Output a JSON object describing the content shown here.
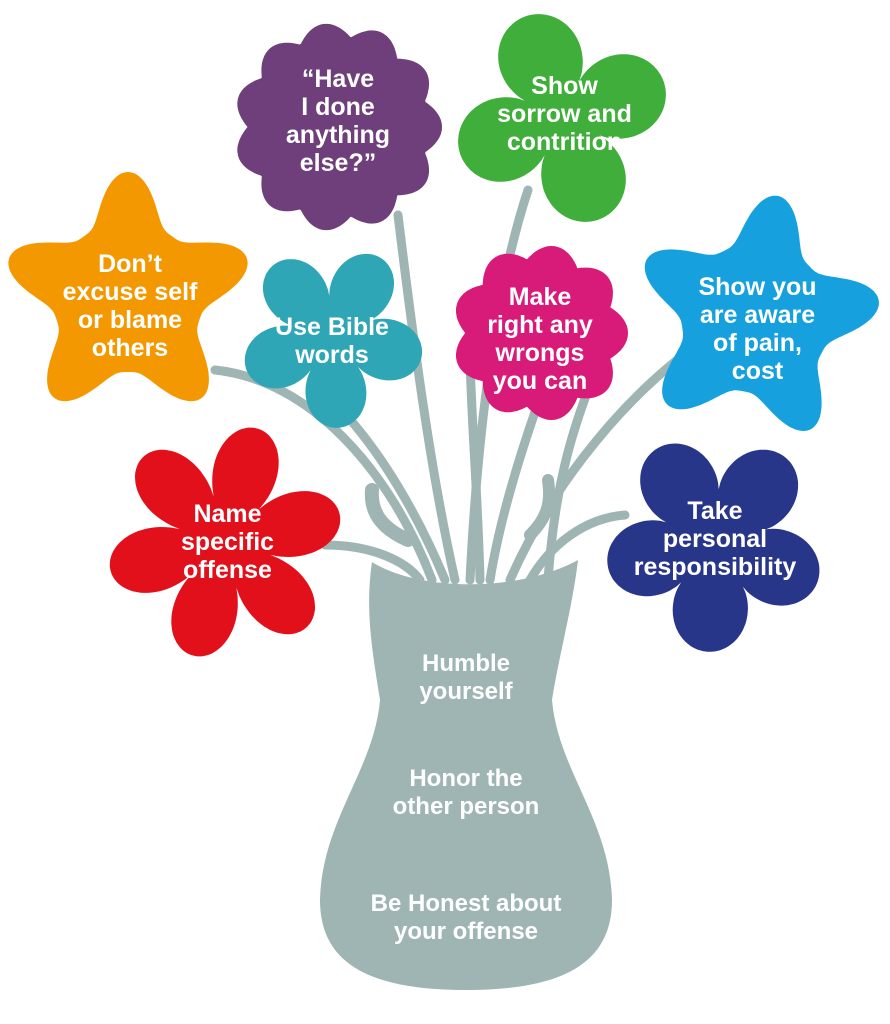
{
  "colors": {
    "vase": "#9fb5b3",
    "stem": "#9fb5b3",
    "label_text": "#ffffff"
  },
  "flowers": [
    {
      "id": "have-i-done",
      "color": "#6e3f7a",
      "icon": "scalloped-flower",
      "lines": [
        "“Have",
        "I done",
        "anything",
        "else?”"
      ]
    },
    {
      "id": "show-sorrow",
      "color": "#3fae3a",
      "icon": "four-petal-flower",
      "lines": [
        "Show",
        "sorrow and",
        "contrition"
      ]
    },
    {
      "id": "dont-excuse",
      "color": "#f39800",
      "icon": "five-petal-flower",
      "lines": [
        "Don’t",
        "excuse self",
        "or blame",
        "others"
      ]
    },
    {
      "id": "use-bible",
      "color": "#2fa6b5",
      "icon": "round-petal-flower",
      "lines": [
        "Use Bible",
        "words"
      ]
    },
    {
      "id": "make-right",
      "color": "#d81b78",
      "icon": "scalloped-flower",
      "lines": [
        "Make",
        "right any",
        "wrongs",
        "you can"
      ]
    },
    {
      "id": "show-aware",
      "color": "#16a0dd",
      "icon": "five-petal-flower",
      "lines": [
        "Show you",
        "are aware",
        "of pain,",
        "cost"
      ]
    },
    {
      "id": "name-offense",
      "color": "#e2101b",
      "icon": "six-petal-flower",
      "lines": [
        "Name",
        "specific",
        "offense"
      ]
    },
    {
      "id": "take-responsibility",
      "color": "#28368a",
      "icon": "round-petal-flower",
      "lines": [
        "Take",
        "personal",
        "responsibility"
      ]
    }
  ],
  "vase_texts": [
    {
      "id": "humble",
      "lines": [
        "Humble",
        "yourself"
      ]
    },
    {
      "id": "honor",
      "lines": [
        "Honor the",
        "other person"
      ]
    },
    {
      "id": "honest",
      "lines": [
        "Be Honest about",
        "your offense"
      ]
    }
  ]
}
